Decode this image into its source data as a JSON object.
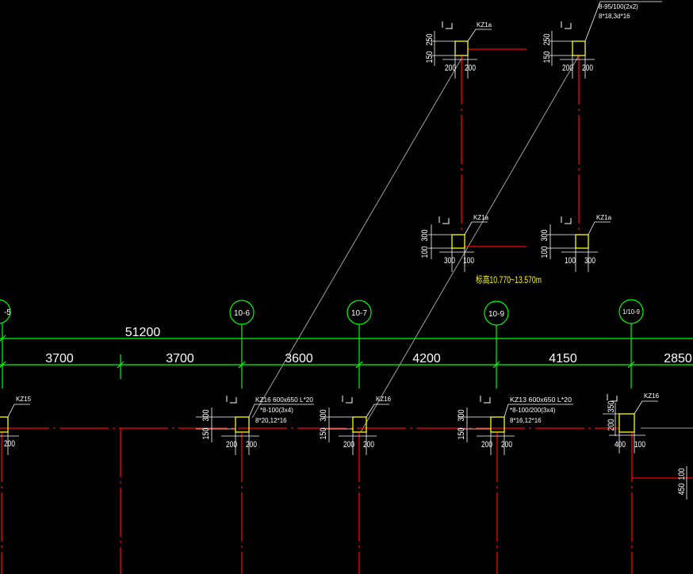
{
  "colors": {
    "background": "#000000",
    "axis_line": "#00ff00",
    "grid_line": "#ff0000",
    "column_outline": "#ffff00",
    "text": "#ffffff",
    "elevation_text": "#ffff00",
    "reference_line": "#a0a0a0"
  },
  "axes": [
    "-5",
    "10-6",
    "10-7",
    "10-9",
    "1/10-9"
  ],
  "dimensions": {
    "total": "51200",
    "segments": [
      "3700",
      "3700",
      "3600",
      "4200",
      "4150",
      "2850"
    ]
  },
  "elevation_note": "标高10.770~13.570m",
  "columns": {
    "upper_left": {
      "label": [
        "KZ1a"
      ],
      "dim_v_top": "250",
      "dim_v_bottom": "150",
      "dim_h_left": "200",
      "dim_h_right": "200"
    },
    "upper_right": {
      "label": [
        "8-95/100(2x2)",
        "8*18,3d*16"
      ],
      "dim_v_top": "250",
      "dim_v_bottom": "150",
      "dim_h_left": "200",
      "dim_h_right": "200"
    },
    "middle_left": {
      "label": [
        "KZ1a"
      ],
      "dim_v_top": "300",
      "dim_v_bottom": "100",
      "dim_h_left": "300",
      "dim_h_right": "100"
    },
    "middle_right": {
      "label": [
        "KZ1a"
      ],
      "dim_v_top": "300",
      "dim_v_bottom": "100",
      "dim_h_left": "100",
      "dim_h_right": "300"
    },
    "bottom_1": {
      "label": [
        "KZ15"
      ],
      "dim_h_right": "200"
    },
    "bottom_2": {
      "label": [
        "KZ16 600x650 L*20",
        "*8-100(3x4)",
        "8*20,12*16"
      ],
      "dim_v_top": "300",
      "dim_v_bottom": "150",
      "dim_h_left": "200",
      "dim_h_right": "200"
    },
    "bottom_3": {
      "label": [
        "KZ16"
      ],
      "dim_v_top": "300",
      "dim_v_bottom": "150",
      "dim_h_left": "200",
      "dim_h_right": "200"
    },
    "bottom_4": {
      "label": [
        "KZ13 600x650 L*20",
        "*8-100/200(3x4)",
        "8*16,12*16"
      ],
      "dim_v_top": "300",
      "dim_v_bottom": "150",
      "dim_h_left": "200",
      "dim_h_right": "200"
    },
    "bottom_5": {
      "label": [
        "KZ16"
      ],
      "dim_v_top": "350",
      "dim_v_bottom": "200",
      "dim_h_left": "400",
      "dim_h_right": "100"
    }
  },
  "edge_dimension": {
    "dim_v_top": "100",
    "dim_v_bottom": "450"
  }
}
